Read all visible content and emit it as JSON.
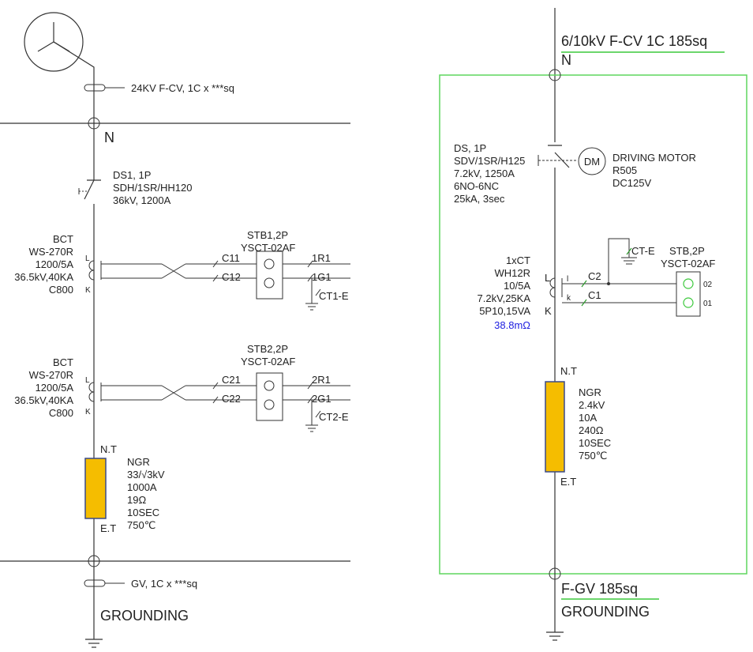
{
  "left": {
    "cable": "24KV F-CV, 1C x ***sq",
    "bus": "N",
    "ds": [
      "DS1, 1P",
      "SDH/1SR/HH120",
      "36kV, 1200A"
    ],
    "bct1": [
      "BCT",
      "WS-270R",
      "1200/5A",
      "36.5kV,40KA",
      "C800"
    ],
    "bct2": [
      "BCT",
      "WS-270R",
      "1200/5A",
      "36.5kV,40KA",
      "C800"
    ],
    "stb1": [
      "STB1,2P",
      "YSCT-02AF"
    ],
    "stb2": [
      "STB2,2P",
      "YSCT-02AF"
    ],
    "wires1": [
      "C11",
      "C12",
      "1R1",
      "1G1",
      "CT1-E"
    ],
    "wires2": [
      "C21",
      "C22",
      "2R1",
      "2G1",
      "CT2-E"
    ],
    "terms": [
      "L",
      "K",
      "L",
      "K"
    ],
    "nt": "N.T",
    "et": "E.T",
    "ngr": [
      "NGR",
      "33/√3kV",
      "1000A",
      "19Ω",
      "10SEC",
      "750℃"
    ],
    "gv": "GV, 1C x ***sq",
    "grounding": "GROUNDING"
  },
  "right": {
    "cable": "6/10kV F-CV 1C 185sq",
    "bus": "N",
    "ds": [
      "DS, 1P",
      "SDV/1SR/H125",
      "7.2kV, 1250A",
      "6NO-6NC",
      "25kA, 3sec"
    ],
    "motor_symbol": "DM",
    "motor": [
      "DRIVING MOTOR",
      "R505",
      "DC125V"
    ],
    "ct": [
      "1xCT",
      "WH12R",
      "10/5A",
      "7.2kV,25KA",
      "5P10,15VA"
    ],
    "ct_resistance": "38.8mΩ",
    "ct_terms": [
      "L",
      "K",
      "l",
      "k"
    ],
    "ct_e": "CT-E",
    "stb": [
      "STB,2P",
      "YSCT-02AF"
    ],
    "wires": [
      "C2",
      "C1",
      "02",
      "01"
    ],
    "nt": "N.T",
    "et": "E.T",
    "ngr": [
      "NGR",
      "2.4kV",
      "10A",
      "240Ω",
      "10SEC",
      "750℃"
    ],
    "fgv": "F-GV 185sq",
    "grounding": "GROUNDING"
  },
  "colors": {
    "resistor": "#f5bd00",
    "box": "#5fd65f",
    "accent_text": "#1d1de0",
    "underline": "#3cc83c"
  }
}
